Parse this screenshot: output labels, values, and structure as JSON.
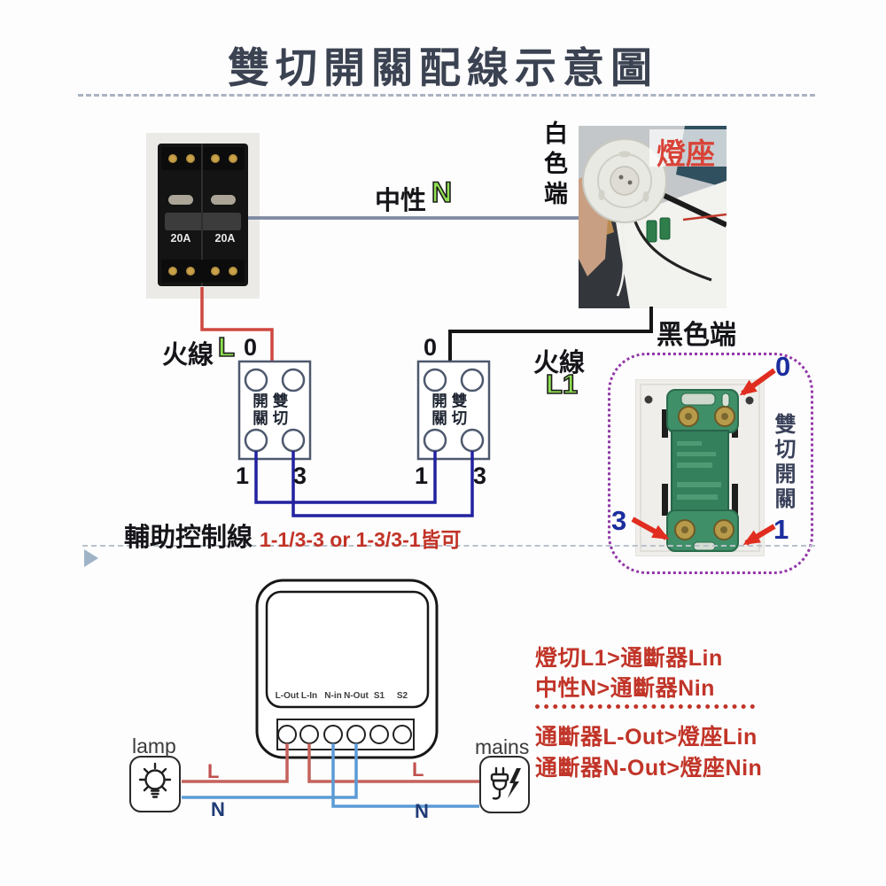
{
  "title": "雙切開關配線示意圖",
  "breaker": {
    "rating": "20A"
  },
  "labels": {
    "neutral": "中性",
    "neutral_letter": "N",
    "live": "火線",
    "live_letter": "L",
    "live_letter_right": "L1",
    "white_end": "白色端",
    "black_end": "黑色端",
    "lamp_holder": "燈座",
    "aux_control": "輔助控制線",
    "aux_note": "1-1/3-3 or 1-3/3-1皆可",
    "double_switch_vertical": "雙切開關"
  },
  "switch_text": {
    "left_col": "開關",
    "right_col": "雙切"
  },
  "terminals": {
    "t0": "0",
    "t1": "1",
    "t3": "3"
  },
  "module_terminals": [
    "L-Out",
    "L-In",
    "N-in",
    "N-Out",
    "S1",
    "S2"
  ],
  "bottom": {
    "lamp": "lamp",
    "mains": "mains",
    "l": "L",
    "n": "N"
  },
  "instructions": {
    "line1": "燈切L1>通斷器Lin",
    "line2": "中性N>通斷器Nin",
    "line3": "通斷器L-Out>燈座Lin",
    "line4": "通斷器N-Out>燈座Nin"
  },
  "colors": {
    "wire_red_top": "#cf4840",
    "wire_black": "#161616",
    "wire_blue_dark": "#2222a0",
    "wire_red_bottom": "#c4625c",
    "wire_blue_bottom": "#5b9bd5",
    "neutral_wire": "#7d89a1",
    "green_letter": "#8ede50",
    "red_text": "#c13428",
    "purple_frame": "#9238a8",
    "blue_number": "#1b2d9e"
  }
}
